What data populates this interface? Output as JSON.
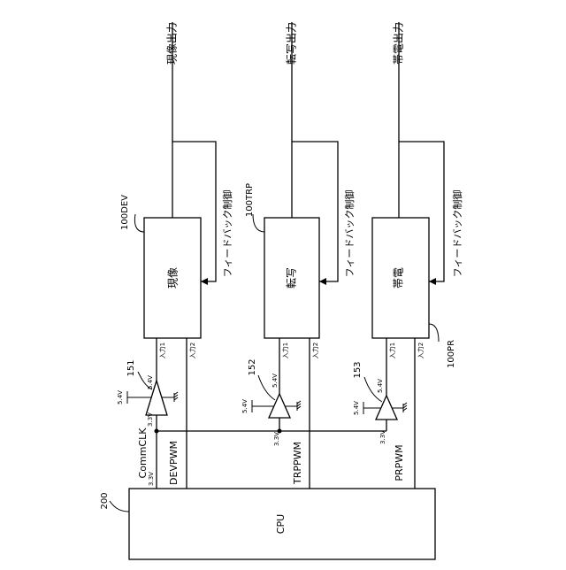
{
  "cpu": {
    "label": "CPU",
    "ref": "200"
  },
  "signals": {
    "comm_clk": "CommCLK",
    "comm_clk_voltage": "3.3V"
  },
  "channels": [
    {
      "key": "dev",
      "block_label": "現像",
      "block_ref": "100DEV",
      "output_label": "現像出力",
      "feedback_label": "フィードバック制御",
      "input1_label": "入力1",
      "input2_label": "入力2",
      "pwm_label": "DEVPWM",
      "buffer_ref": "151",
      "supply_label": "5.4V",
      "buffer_in_voltage": "3.3V",
      "buffer_out_voltage": "5.4V"
    },
    {
      "key": "trp",
      "block_label": "転写",
      "block_ref": "100TRP",
      "output_label": "転写出力",
      "feedback_label": "フィードバック制御",
      "input1_label": "入力1",
      "input2_label": "入力2",
      "pwm_label": "TRPPWM",
      "buffer_ref": "152",
      "supply_label": "5.4V",
      "buffer_in_voltage": "3.3V",
      "buffer_out_voltage": "5.4V"
    },
    {
      "key": "pr",
      "block_label": "帯電",
      "block_ref": "100PR",
      "output_label": "帯電出力",
      "feedback_label": "フィードバック制御",
      "input1_label": "入力1",
      "input2_label": "入力2",
      "pwm_label": "PRPWM",
      "buffer_ref": "153",
      "supply_label": "5.4V",
      "buffer_in_voltage": "3.3V",
      "buffer_out_voltage": "5.4V"
    }
  ]
}
